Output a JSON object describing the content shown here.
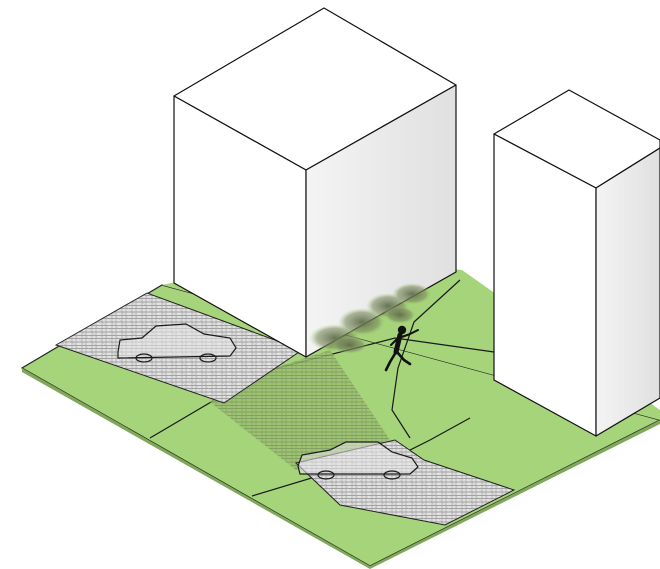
{
  "colors": {
    "background": "#ffffff",
    "grass": "#a6d47a",
    "grass_edge": "#7fa85a",
    "paving_fill": "#dcdcdc",
    "paving_hatch": "#8a8a8a",
    "crosswalk_hatch": "#6f8a5a",
    "building_top": "#ffffff",
    "building_left": "#ffffff",
    "building_right": "#ebebeb",
    "outline": "#111111",
    "shrub": "#6f7e5a",
    "person": "#111111"
  },
  "elements": {
    "ground": "grass-ground",
    "building_left": "building-tall",
    "building_right": "building-short",
    "parking_left": "parking-area-left",
    "parking_right": "parking-area-right",
    "crosswalk": "paved-crossing",
    "car_left": "car-icon",
    "car_right": "car-icon",
    "shrubs": "shrub-cluster",
    "pedestrian": "running-person-icon"
  }
}
